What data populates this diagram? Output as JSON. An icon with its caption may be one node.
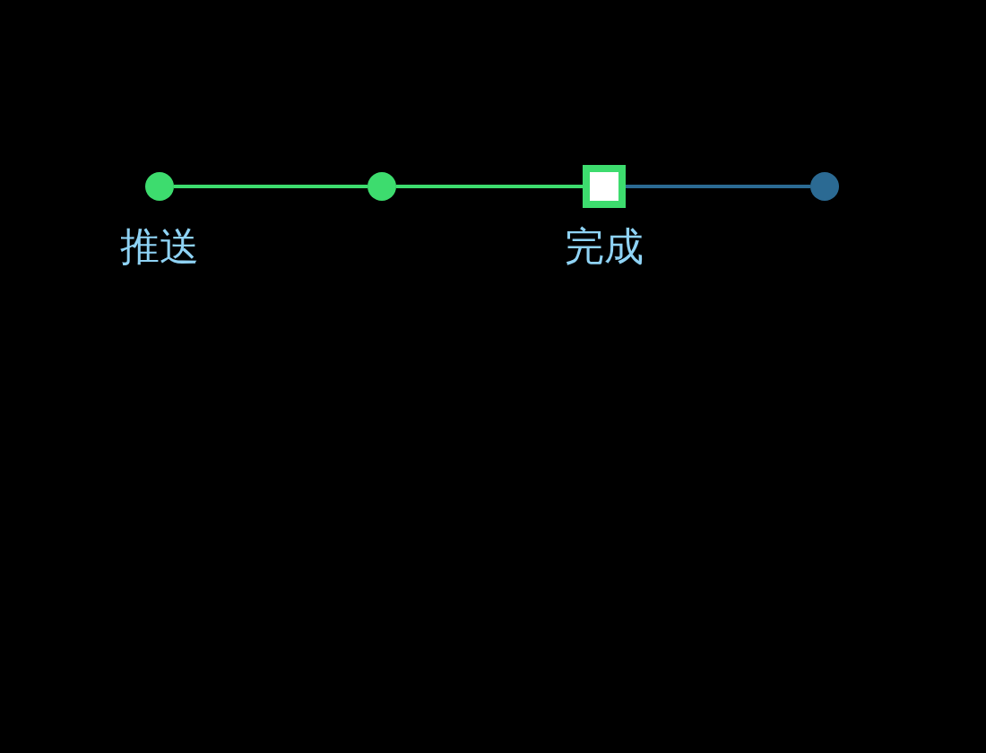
{
  "diagram": {
    "nodes": [
      {
        "text": [
          "推送"
        ]
      },
      {
        "text": [],
        "shape": "circle"
      },
      {
        "text": [
          "完成"
        ]
      },
      {
        "text": [],
        "shape": "circle"
      }
    ],
    "edges": [
      {
        "from": 0,
        "to": 1,
        "arrow": "none"
      },
      {
        "from": 1,
        "to": 2,
        "arrow": "none"
      },
      {
        "from": 2,
        "to": 3,
        "arrow": "none",
        "color": "#2b6a93"
      }
    ]
  }
}
